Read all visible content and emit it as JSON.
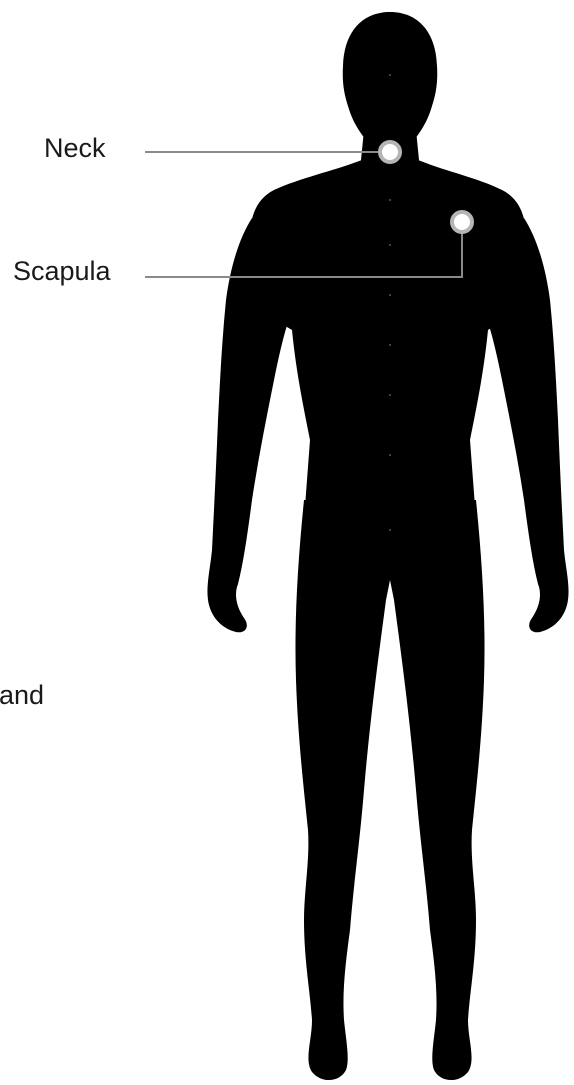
{
  "labels": {
    "neck": "Neck",
    "scapula": "Scapula",
    "hand": "and"
  },
  "colors": {
    "silhouette": "#000000",
    "leader_line": "#8a8a8a",
    "marker_fill": "#ffffff",
    "marker_ring": "#b5b5b5",
    "background": "#ffffff"
  }
}
